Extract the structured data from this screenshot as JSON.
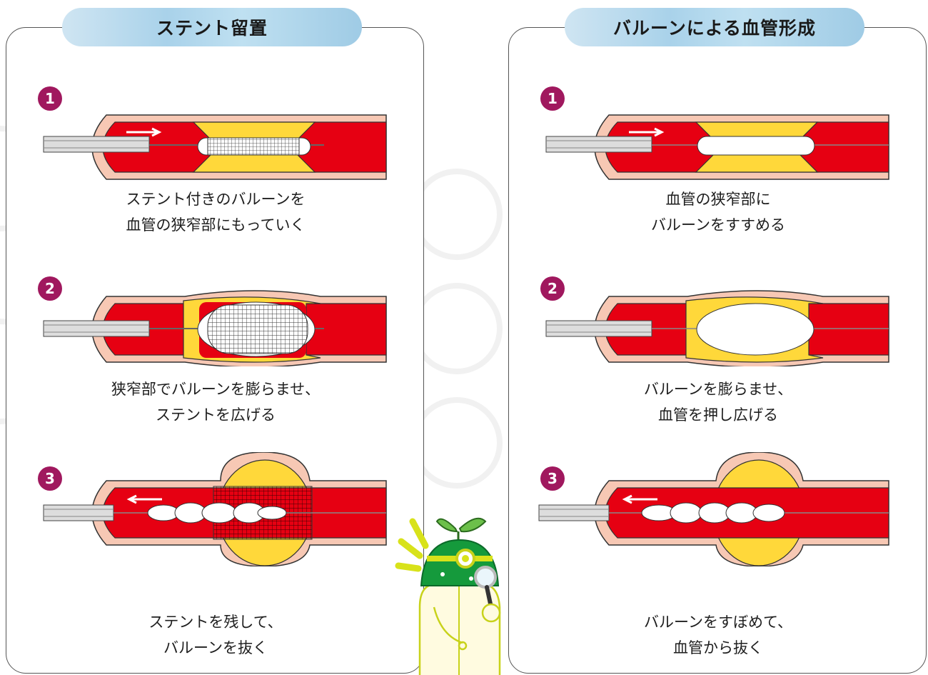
{
  "panels": [
    {
      "title": "ステント留置",
      "steps": [
        {
          "number": "1",
          "caption": [
            "ステント付きのバルーンを",
            "血管の狭窄部にもっていく"
          ]
        },
        {
          "number": "2",
          "caption": [
            "狭窄部でバルーンを膨らませ、",
            "ステントを広げる"
          ]
        },
        {
          "number": "3",
          "caption": [
            "ステントを残して、",
            "バルーンを抜く"
          ]
        }
      ]
    },
    {
      "title": "バルーンによる血管形成",
      "steps": [
        {
          "number": "1",
          "caption": [
            "血管の狭窄部に",
            "バルーンをすすめる"
          ]
        },
        {
          "number": "2",
          "caption": [
            "バルーンを膨らませ、",
            "血管を押し広げる"
          ]
        },
        {
          "number": "3",
          "caption": [
            "バルーンをすぼめて、",
            "血管から抜く"
          ]
        }
      ]
    }
  ],
  "colors": {
    "blood": "#e60012",
    "plaque": "#ffd83a",
    "vessel_wall": "#f7c8b4",
    "badge": "#a0185e",
    "title_bg": "#b7d9ee",
    "mascot_green": "#159a3c",
    "mascot_yellow": "#d8e21a"
  },
  "icons": [
    "arrow-right-icon",
    "arrow-left-icon",
    "mascot-doctor-sprout"
  ]
}
